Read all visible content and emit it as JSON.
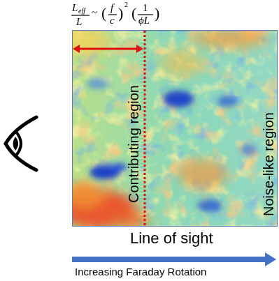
{
  "diagram": {
    "nodes": [
      {
        "text": [
          "Contributing region",
          "Noise-like region"
        ]
      }
    ],
    "labels": [
      "L",
      "eff",
      "L",
      "~",
      "(",
      "f",
      "c",
      ")",
      "2",
      "(",
      "1",
      "ϕL",
      ")",
      "Line of sight",
      "Increasing Faraday Rotation"
    ]
  }
}
